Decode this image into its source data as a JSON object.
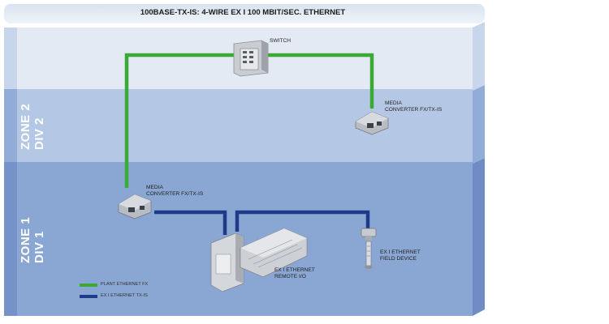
{
  "title": "100BASE-TX-IS:  4-WIRE EX I 100 MBIT/SEC. ETHERNET",
  "zones": {
    "zone2": {
      "line1": "ZONE 2",
      "line2": "DIV 2"
    },
    "zone1": {
      "line1": "ZONE 1",
      "line2": "DIV 1"
    }
  },
  "devices": {
    "switch": "SWITCH",
    "converter_right": {
      "line1": "MEDIA",
      "line2": "CONVERTER FX/TX-IS"
    },
    "converter_left": {
      "line1": "MEDIA",
      "line2": "CONVERTER FX/TX-IS"
    },
    "remote_io": {
      "line1": "EX I ETHERNET",
      "line2": "REMOTE I/O"
    },
    "field_device": {
      "line1": "EX I ETHERNET",
      "line2": "FIELD DEVICE"
    }
  },
  "legend": [
    {
      "label": "PLANT ETHERNET FX",
      "color": "#3aa935"
    },
    {
      "label": "EX I ETHERNET TX-IS",
      "color": "#1f3a8a"
    }
  ],
  "colors": {
    "zone_nonhaz": "#e3eaf4",
    "zone2": "#b4c7e4",
    "zone1": "#8aa6d2",
    "side_band": "#7b98cd",
    "fiber": "#3aa935",
    "copper": "#1f3a8a"
  }
}
